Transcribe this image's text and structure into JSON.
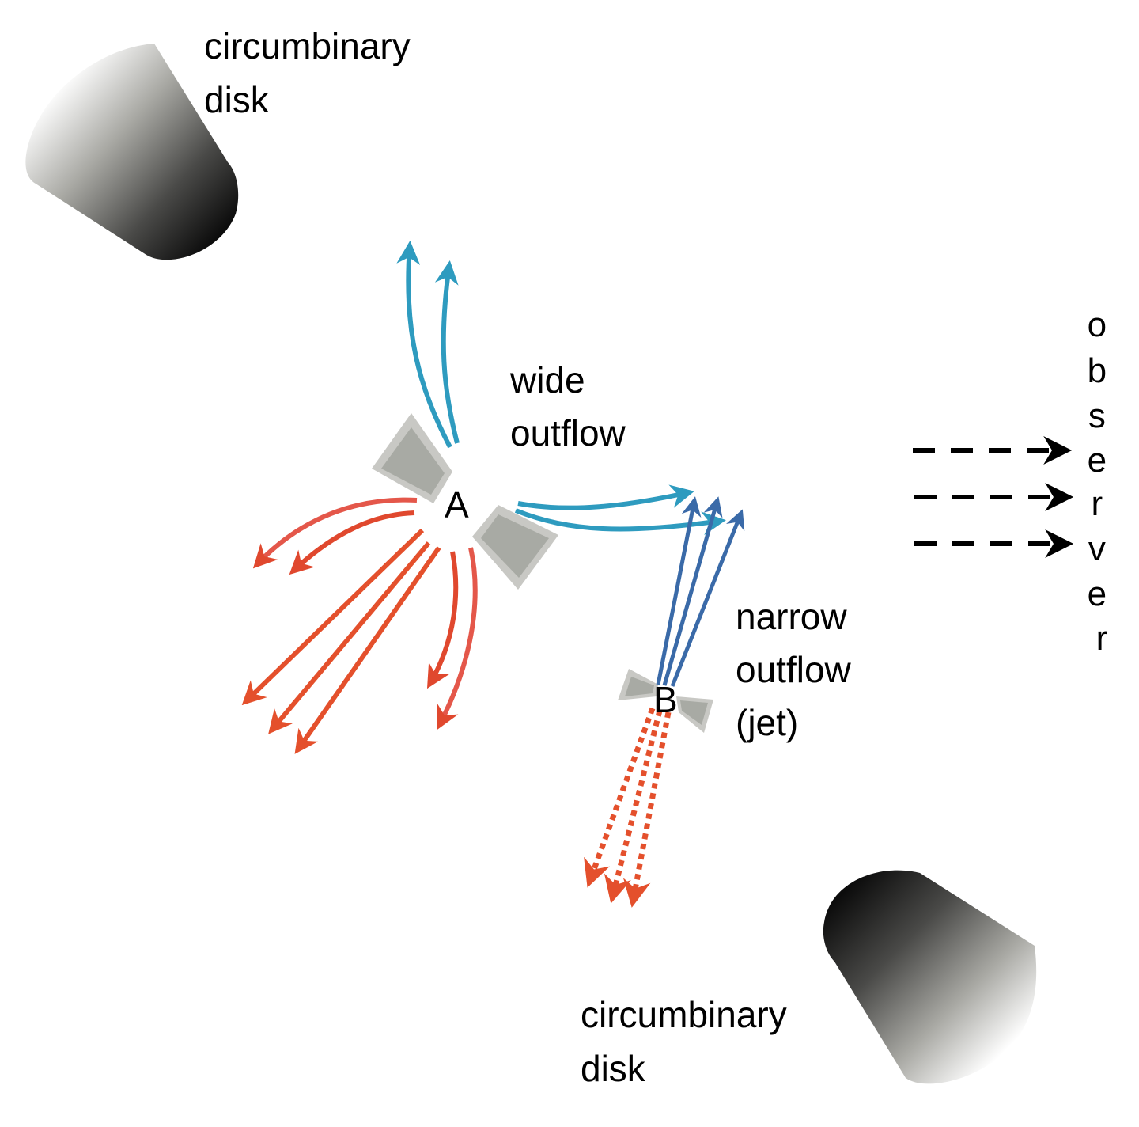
{
  "labels": {
    "disk_top": [
      "circumbinary",
      "disk"
    ],
    "disk_bottom": [
      "circumbinary",
      "disk"
    ],
    "wide_outflow": [
      "wide",
      "outflow"
    ],
    "narrow_outflow": [
      "narrow",
      "outflow",
      "(jet)"
    ],
    "star_a": "A",
    "star_b": "B",
    "observer": [
      "o",
      "b",
      "s",
      "e",
      "r",
      "v",
      "e",
      "r"
    ]
  },
  "colors": {
    "blueshift_wide": "#2e9bbf",
    "blueshift_jet": "#3a6aa8",
    "redshift_wide": "#e0482e",
    "redshift_jet": "#e4502c",
    "disk_dark": "#0c0c0c",
    "disk_light": "#ffffff",
    "obscuring_outer": "#c8c8c4",
    "obscuring_inner": "#a8aaa4",
    "observer_arrow": "#000000"
  }
}
